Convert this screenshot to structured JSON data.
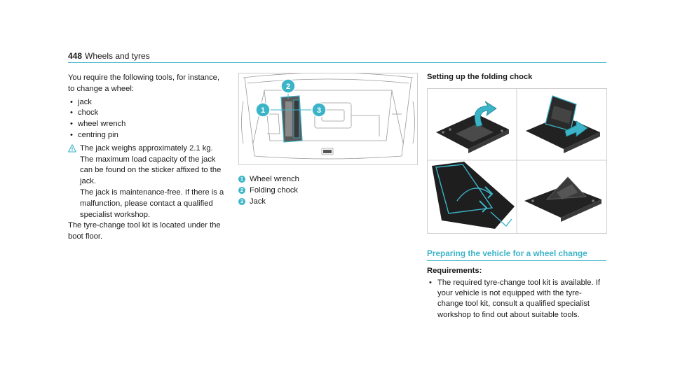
{
  "header": {
    "page_number": "448",
    "section": "Wheels and tyres"
  },
  "intro": {
    "lead": "You require the following tools, for instance, to change a wheel:",
    "tools": [
      "jack",
      "chock",
      "wheel wrench",
      "centring pin"
    ],
    "note": {
      "icon": "info-icon",
      "lines": [
        "The jack weighs approximately 2.1 kg.",
        "The maximum load capacity of the jack can be found on the sticker affixed to the jack.",
        "The jack is maintenance-free. If there is a malfunction, please contact a qualified specialist workshop."
      ]
    },
    "location": "The tyre-change tool kit is located under the boot floor."
  },
  "figure1": {
    "callouts": [
      "1",
      "2",
      "3"
    ],
    "legend": [
      {
        "num": "1",
        "label": "Wheel wrench"
      },
      {
        "num": "2",
        "label": "Folding chock"
      },
      {
        "num": "3",
        "label": "Jack"
      }
    ]
  },
  "chock": {
    "heading": "Setting up the folding chock"
  },
  "preparing": {
    "title": "Preparing the vehicle for a wheel change",
    "requirements_label": "Requirements:",
    "requirement": "The required tyre-change tool kit is available. If your vehicle is not equipped with the tyre-change tool kit, consult a qualified specialist workshop to find out about suitable tools."
  },
  "colors": {
    "accent": "#3cb4c8",
    "text": "#1a1a1a",
    "figure_border": "#cfcfcf"
  }
}
